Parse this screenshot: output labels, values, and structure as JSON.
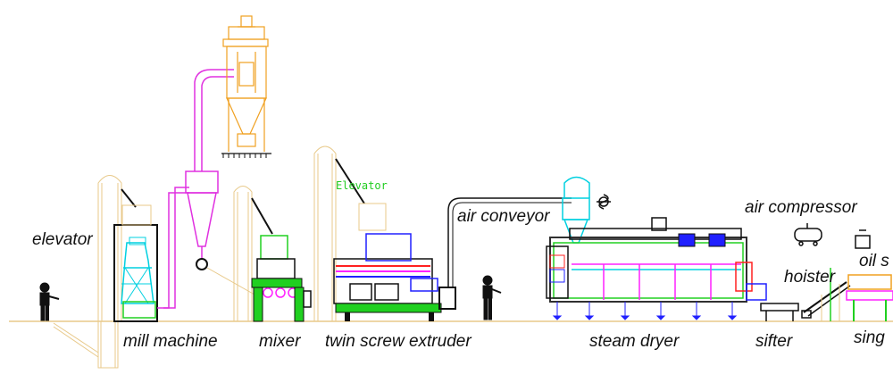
{
  "labels": {
    "elevator": "elevator",
    "mill_machine": "mill machine",
    "mixer": "mixer",
    "twin_screw_extruder": "twin screw extruder",
    "air_conveyor": "air conveyor",
    "steam_dryer": "steam dryer",
    "air_compressor": "air compressor",
    "hoister": "hoister",
    "oil_label_partial": "oil s",
    "sifter": "sifter",
    "sing_partial": "sing",
    "elevator_tag": "Elevator"
  },
  "colors": {
    "line": "#e8c98a",
    "dust_collector": "#f0a020",
    "duct": "#e030e0",
    "blue": "#2020ff",
    "cyan": "#00d0e0",
    "green": "#20d020",
    "red": "#ff2020",
    "magenta": "#ff20ff",
    "black": "#111111",
    "dryer_frame": "#303030"
  }
}
